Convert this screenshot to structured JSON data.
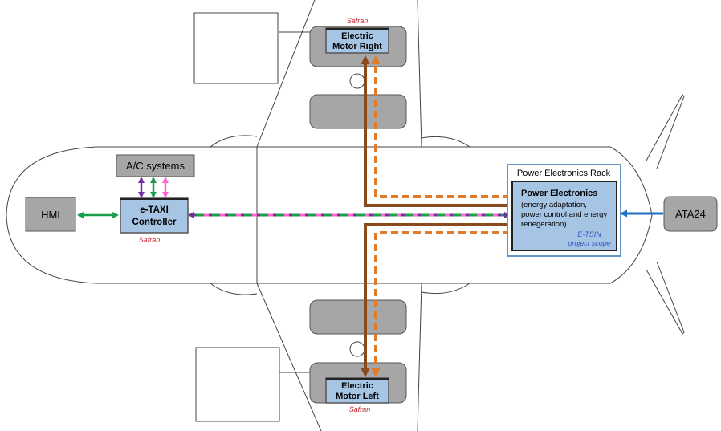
{
  "hmi": {
    "label": "HMI"
  },
  "ac_systems": {
    "label": "A/C systems"
  },
  "controller": {
    "line1": "e-TAXI",
    "line2": "Controller",
    "maker": "Safran"
  },
  "motor_right": {
    "line1": "Electric",
    "line2": "Motor Right",
    "maker": "Safran"
  },
  "motor_left": {
    "line1": "Electric",
    "line2": "Motor Left",
    "maker": "Safran"
  },
  "rack": {
    "title": "Power Electronics Rack"
  },
  "power_electronics": {
    "title": "Power Electronics",
    "desc1": "(energy adaptation,",
    "desc2": "power control and energy",
    "desc3": "renegeration)",
    "scope1": "E-TSIN",
    "scope2": "project scope"
  },
  "ata24": {
    "label": "ATA24"
  },
  "colors": {
    "power_line": "#8b4a1e",
    "power_dashed": "#e07b2a",
    "box_fill": "#a6c5e4",
    "gear_fill": "#a6a6a6",
    "rack_border": "#2e75b6",
    "green": "#1a9e4b",
    "purple": "#7030a0",
    "pink": "#ff66cc",
    "blue": "#1f6fc0"
  }
}
